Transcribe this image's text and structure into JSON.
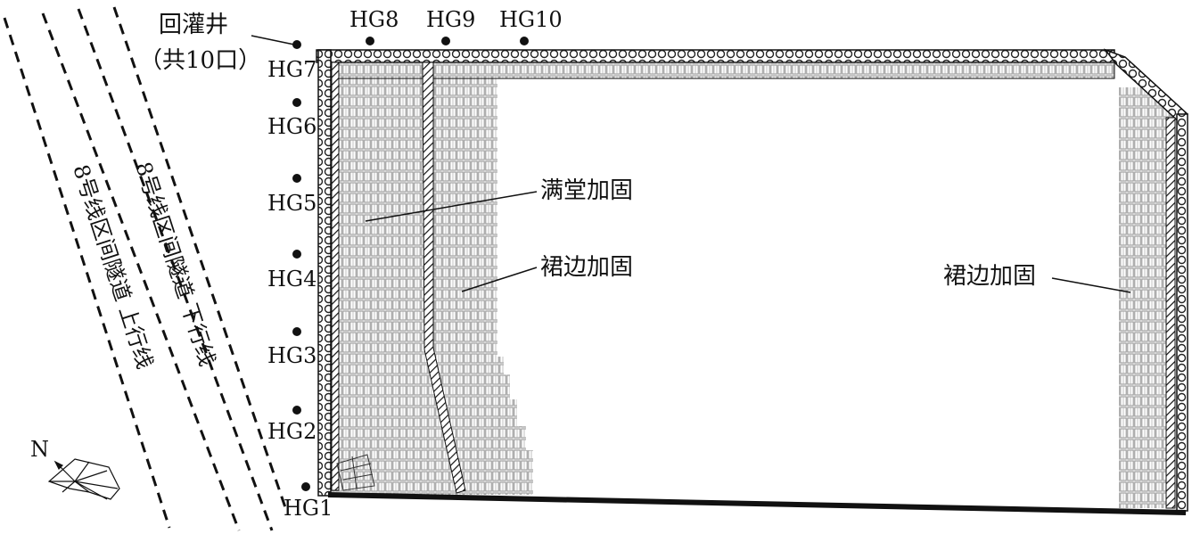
{
  "annotations": {
    "injection_wells_line1": "回灌井",
    "injection_wells_line2": "（共10口）",
    "full_reinforcement": "满堂加固",
    "skirt_reinforcement_left": "裙边加固",
    "skirt_reinforcement_right": "裙边加固"
  },
  "wells": [
    "HG1",
    "HG2",
    "HG3",
    "HG4",
    "HG5",
    "HG6",
    "HG7",
    "HG8",
    "HG9",
    "HG10"
  ],
  "tunnels": {
    "upline": "8号线区间隧道 上行线",
    "downline": "8号线区间隧道 下行线"
  },
  "compass": {
    "label": "N"
  },
  "colors": {
    "ink": "#111111",
    "fill_pattern": "#9a9a9a",
    "background": "#ffffff"
  }
}
